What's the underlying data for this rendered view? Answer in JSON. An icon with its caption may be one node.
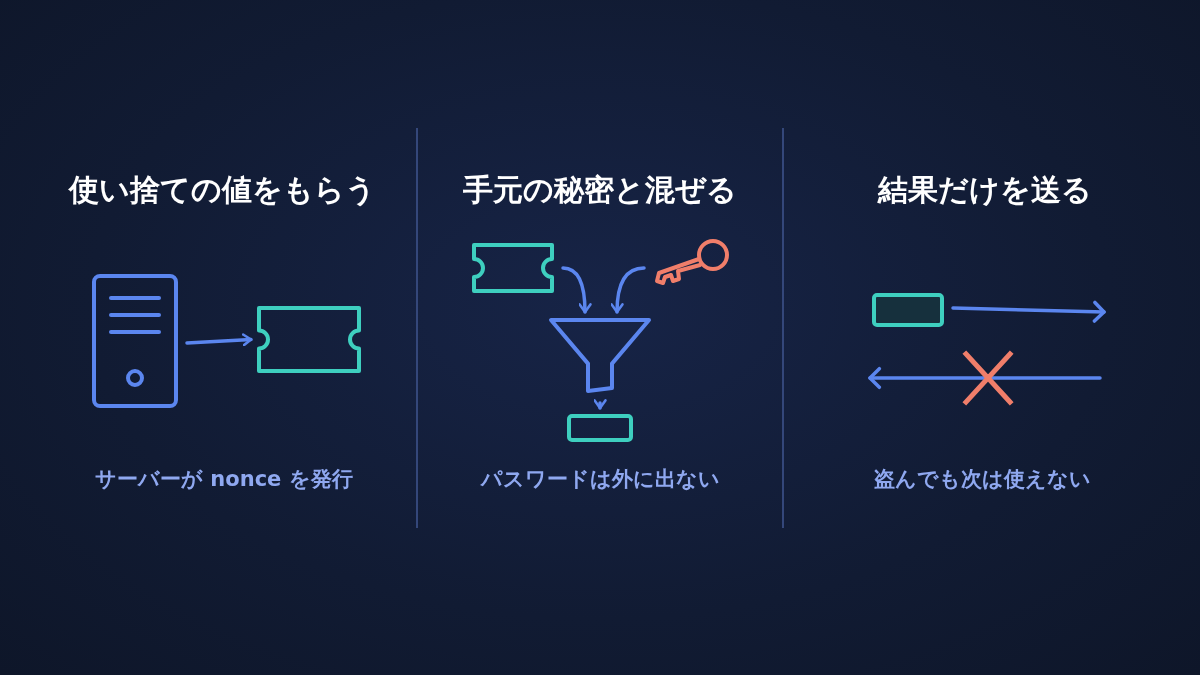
{
  "diagram": {
    "nodes": [
      {
        "text": [],
        "shape": "box"
      },
      {
        "text": [],
        "shape": "box"
      },
      {
        "text": [],
        "shape": "box"
      },
      {
        "text": [],
        "shape": "picture"
      },
      {
        "text": [],
        "shape": "picture"
      },
      {
        "text": [],
        "shape": "box"
      },
      {
        "text": [],
        "shape": "box"
      }
    ],
    "edges": [
      {
        "from": 0,
        "to": 1,
        "arrow": "to"
      },
      {
        "from": 2,
        "to": 4,
        "arrow": "to"
      },
      {
        "from": 3,
        "to": 4,
        "arrow": "to"
      },
      {
        "from": 4,
        "to": 5,
        "arrow": "to"
      },
      {
        "from": 6,
        "to": null,
        "arrow": "to"
      }
    ],
    "labels": [
      "使い捨ての値をもらう",
      "手元の秘密と混ぜる",
      "結果だけを送る",
      "サーバーが nonce を発行",
      "パスワードは外に出ない",
      "盗んでも次は使えない"
    ]
  }
}
